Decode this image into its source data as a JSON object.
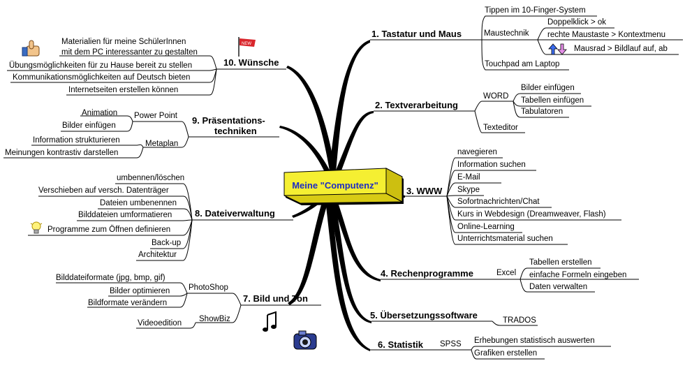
{
  "center": {
    "label": "Meine \"Computenz\""
  },
  "branches": [
    {
      "label": "1. Tastatur und Maus",
      "children": [
        {
          "label": "Tippen im 10-Finger-System"
        },
        {
          "label": "Maustechnik",
          "children": [
            "Doppelklick > ok",
            "rechte Maustaste > Kontextmenu",
            "Mausrad > Bildlauf auf, ab"
          ]
        },
        {
          "label": "Touchpad am Laptop"
        }
      ]
    },
    {
      "label": "2. Textverarbeitung",
      "children": [
        {
          "label": "WORD",
          "children": [
            "Bilder einfügen",
            "Tabellen einfügen",
            "Tabulatoren"
          ]
        },
        {
          "label": "Texteditor"
        }
      ]
    },
    {
      "label": "3. WWW",
      "children": [
        "navegieren",
        "Information suchen",
        "E-Mail",
        "Skype",
        "Sofortnachrichten/Chat",
        "Kurs in Webdesign (Dreamweaver, Flash)",
        "Online-Learning",
        "Unterrichtsmaterial suchen"
      ]
    },
    {
      "label": "4. Rechenprogramme",
      "children": [
        {
          "label": "Excel",
          "children": [
            "Tabellen erstellen",
            "einfache Formeln eingeben",
            "Daten verwalten"
          ]
        }
      ]
    },
    {
      "label": "5. Übersetzungssoftware",
      "children": [
        {
          "label": "TRADOS"
        }
      ]
    },
    {
      "label": "6. Statistik",
      "children": [
        {
          "label": "SPSS",
          "children": [
            "Erhebungen statistisch auswerten",
            "Grafiken erstellen"
          ]
        }
      ]
    },
    {
      "label": "7. Bild und Ton",
      "children": [
        {
          "label": "PhotoShop",
          "children": [
            "Bilddateiformate (jpg, bmp, gif)",
            "Bilder optimieren",
            "Bildformate verändern"
          ]
        },
        {
          "label": "ShowBiz",
          "children": [
            "Videoedition"
          ]
        }
      ]
    },
    {
      "label": "8. Dateiverwaltung",
      "children": [
        "umbennen/löschen",
        "Verschieben auf versch. Datenträger",
        "Dateien umbenennen",
        "Bilddateien umformatieren",
        "Programme zum Öffnen definieren",
        "Back-up",
        "Architektur"
      ]
    },
    {
      "label": "9. Präsentations-",
      "label2": "techniken",
      "children": [
        {
          "label": "Power Point",
          "children": [
            "Animation",
            "Bilder einfügen"
          ]
        },
        {
          "label": "Metaplan",
          "children": [
            "Information strukturieren",
            "Meinungen kontrastiv darstellen"
          ]
        }
      ]
    },
    {
      "label": "10. Wünsche",
      "children": [
        "Materialien für meine SchülerInnen",
        "mit dem PC interessanter zu gestalten",
        "Übungsmöglichkeiten für zu Hause bereit zu stellen",
        "Kommunikationsmöglichkeiten auf Deutsch bieten",
        "Internetseiten erstellen können"
      ]
    }
  ],
  "icons": {
    "thumbs_up": "thumbs-up-icon",
    "flag": "flag-icon",
    "arrows": "up-down-arrows-icon",
    "bulb": "lightbulb-icon",
    "music": "music-note-icon",
    "camera": "camera-icon",
    "flag_text": "NEW"
  },
  "colors": {
    "center_fill": "#f5ef32",
    "center_text": "#1d2bc4",
    "line": "#000000"
  }
}
